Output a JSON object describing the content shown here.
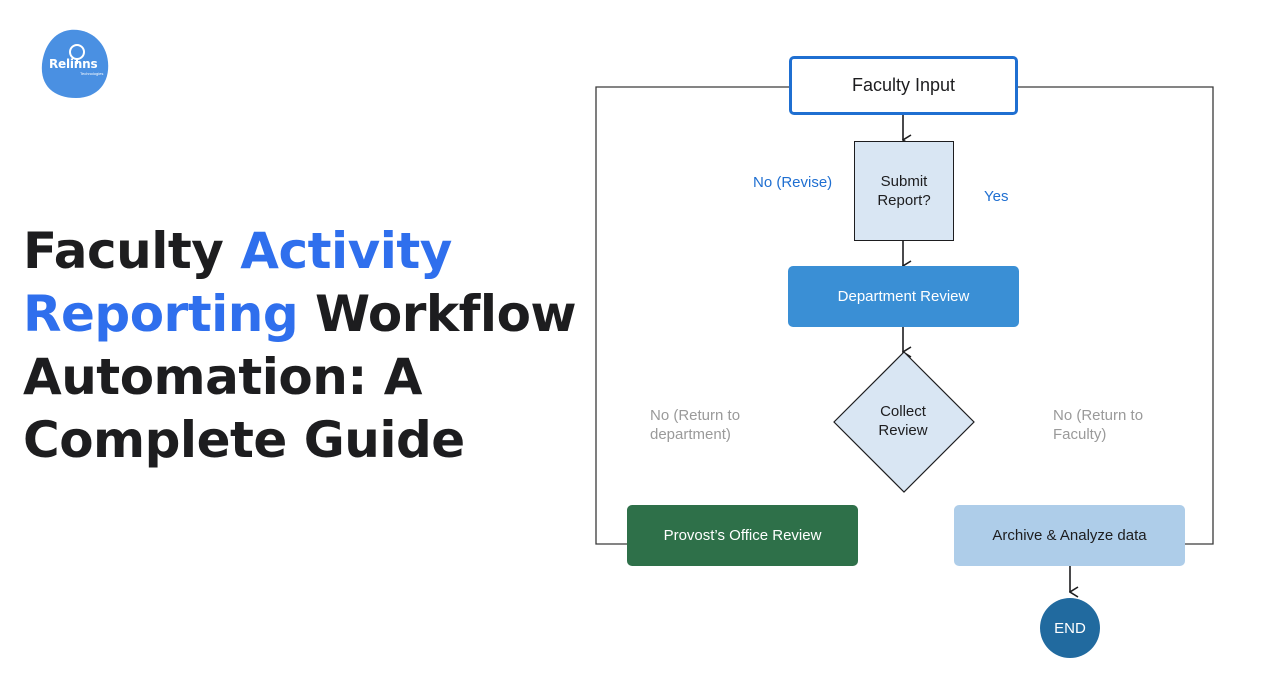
{
  "logo": {
    "brand_text": "Relinns",
    "sub_text": "Technologies"
  },
  "title": {
    "part1": "Faculty ",
    "part2_accent": "Activity",
    "part3_accent": "Reporting",
    "part4": " Workflow Automation: A Complete Guide"
  },
  "flowchart": {
    "nodes": {
      "faculty_input": "Faculty Input",
      "submit_report": "Submit Report?",
      "department_review": "Department Review",
      "collect_review": "Collect Review",
      "provost_review": "Provost’s Office Review",
      "archive": "Archive & Analyze data",
      "end": "END"
    },
    "edge_labels": {
      "no_revise": "No (Revise)",
      "yes": "Yes",
      "no_return_department": "No (Return to department)",
      "no_return_faculty": "No (Return to Faculty)"
    }
  },
  "colors": {
    "accent": "#2f6fed",
    "input_border": "#1f6fd1",
    "submit_fill": "#d9e6f3",
    "department_fill": "#3a8fd5",
    "provost_fill": "#2e7049",
    "archive_fill": "#aecde9",
    "end_fill": "#216a9f",
    "logo_fill": "#4a90e2"
  }
}
